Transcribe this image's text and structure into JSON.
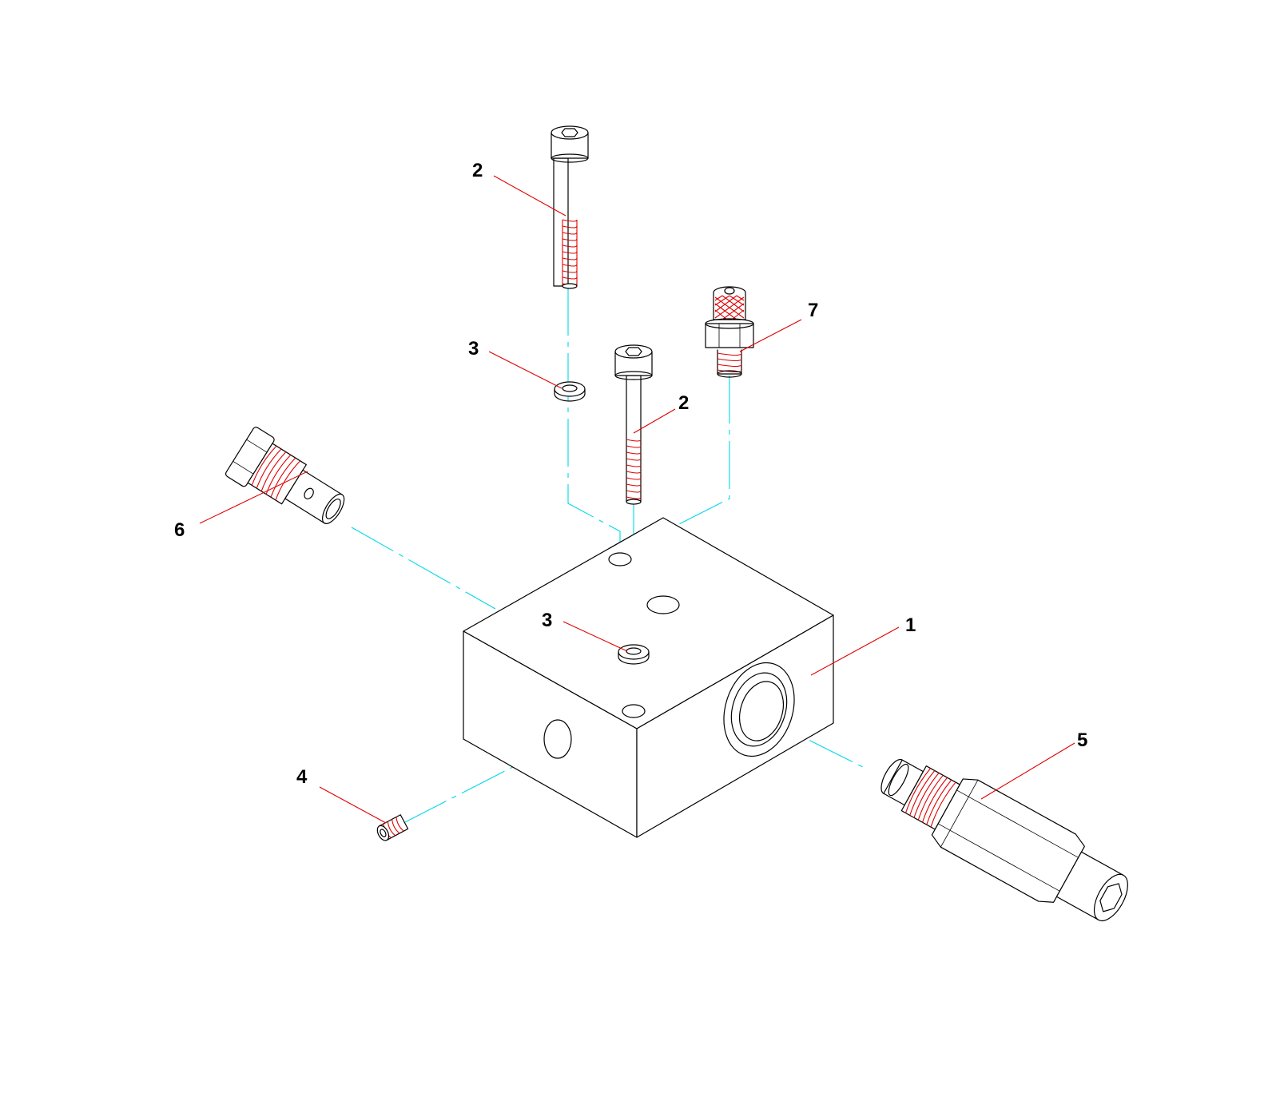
{
  "callouts": [
    {
      "id": "c1",
      "label": "1"
    },
    {
      "id": "c2a",
      "label": "2"
    },
    {
      "id": "c2b",
      "label": "2"
    },
    {
      "id": "c3a",
      "label": "3"
    },
    {
      "id": "c3b",
      "label": "3"
    },
    {
      "id": "c4",
      "label": "4"
    },
    {
      "id": "c5",
      "label": "5"
    },
    {
      "id": "c6",
      "label": "6"
    },
    {
      "id": "c7",
      "label": "7"
    }
  ],
  "colors": {
    "outline": "#000000",
    "thread": "#e00000",
    "leader": "#e00000",
    "axis": "#00d8e8",
    "background": "#ffffff"
  }
}
